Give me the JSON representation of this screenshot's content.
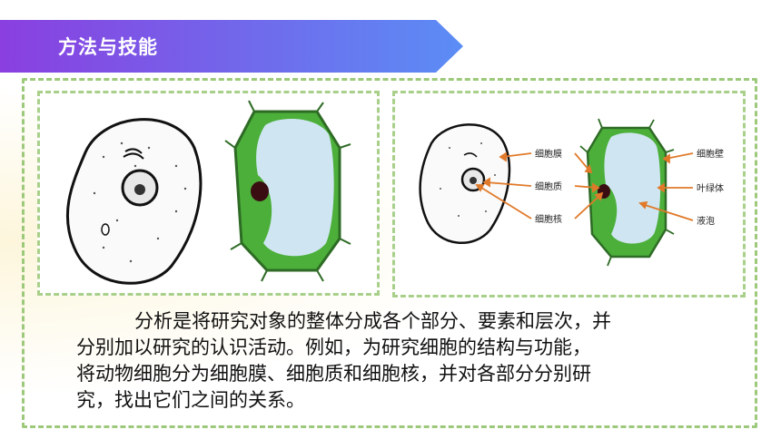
{
  "header": {
    "title": "方法与技能",
    "banner_color_start": "#8a3fe0",
    "banner_color_end": "#5b8df5"
  },
  "figure": {
    "labels": {
      "cell_membrane": "细胞膜",
      "cytoplasm": "细胞质",
      "nucleus": "细胞核",
      "cell_wall": "细胞壁",
      "chloroplast": "叶绿体",
      "vacuole": "液泡"
    },
    "arrow_color": "#e07a2a",
    "plant_green": "#4caf3a",
    "vacuole_blue": "#cfe6f2"
  },
  "paragraph": {
    "lines": [
      "分析是将研究对象的整体分成各个部分、要素和层次，并",
      "分别加以研究的认识活动。例如，为研究细胞的结构与功能，",
      "将动物细胞分为细胞膜、细胞质和细胞核，并对各部分分别研",
      "究，找出它们之间的关系。"
    ]
  }
}
